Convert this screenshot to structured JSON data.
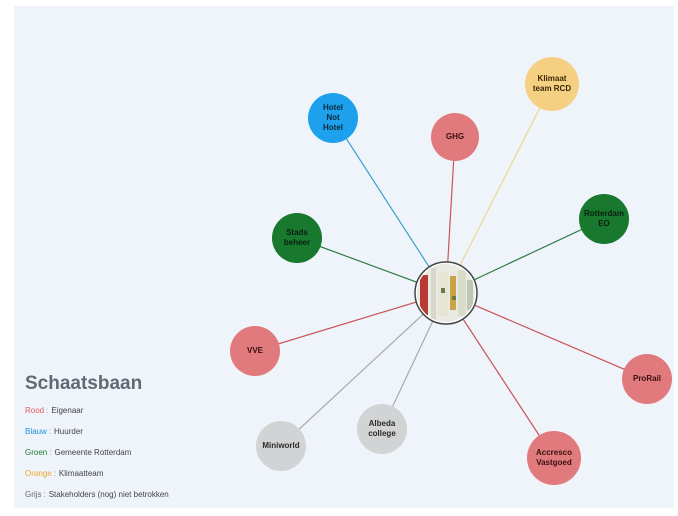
{
  "diagram": {
    "center": {
      "image_name": "site-photo",
      "colors": [
        "#b73a35",
        "#c9a34a",
        "#d8d8c8",
        "#e8e8dc"
      ]
    },
    "nodes": [
      {
        "id": "hotel",
        "lines": [
          "Hotel",
          "Not",
          "Hotel"
        ],
        "group": "blue"
      },
      {
        "id": "ghg",
        "lines": [
          "GHG"
        ],
        "group": "red"
      },
      {
        "id": "klimaat",
        "lines": [
          "Klimaat",
          "team RCD"
        ],
        "group": "orange"
      },
      {
        "id": "rotterdam",
        "lines": [
          "Rotterdam",
          "EO"
        ],
        "group": "green"
      },
      {
        "id": "stadsbeheer",
        "lines": [
          "Stads",
          "beheer"
        ],
        "group": "green"
      },
      {
        "id": "vve",
        "lines": [
          "VVE"
        ],
        "group": "red"
      },
      {
        "id": "prorail",
        "lines": [
          "ProRail"
        ],
        "group": "red"
      },
      {
        "id": "miniworld",
        "lines": [
          "Miniworld"
        ],
        "group": "grey"
      },
      {
        "id": "albeda",
        "lines": [
          "Albeda",
          "college"
        ],
        "group": "grey"
      },
      {
        "id": "accresco",
        "lines": [
          "Accresco",
          "Vastgoed"
        ],
        "group": "red"
      }
    ]
  },
  "groups": {
    "red": {
      "fill": "#e07a7d",
      "line": "#c9545a",
      "text": "#3a1010",
      "legend_color": "#e05a5f"
    },
    "blue": {
      "fill": "#1da1ec",
      "line": "#3aa0c8",
      "text": "#0b2940",
      "legend_color": "#1c8fe0"
    },
    "green": {
      "fill": "#17782e",
      "line": "#2e7a44",
      "text": "#0b1f10",
      "legend_color": "#1f7a30"
    },
    "orange": {
      "fill": "#f5cf82",
      "line": "#ecd690",
      "text": "#3b2a08",
      "legend_color": "#f0a52a"
    },
    "grey": {
      "fill": "#d2d3d5",
      "line": "#a9abad",
      "text": "#2a2a2a",
      "legend_color": "#666666"
    }
  },
  "legend": {
    "title": "Schaatsbaan",
    "items": [
      {
        "key": "Rood",
        "label": "Eigenaar",
        "group": "red"
      },
      {
        "key": "Blauw",
        "label": "Huurder",
        "group": "blue"
      },
      {
        "key": "Groen",
        "label": "Gemeente Rotterdam",
        "group": "green"
      },
      {
        "key": "Orange",
        "label": "Klimaatteam",
        "group": "orange"
      },
      {
        "key": "Grijs",
        "label": "Stakeholders (nog) niet betrokken",
        "group": "grey"
      }
    ]
  }
}
